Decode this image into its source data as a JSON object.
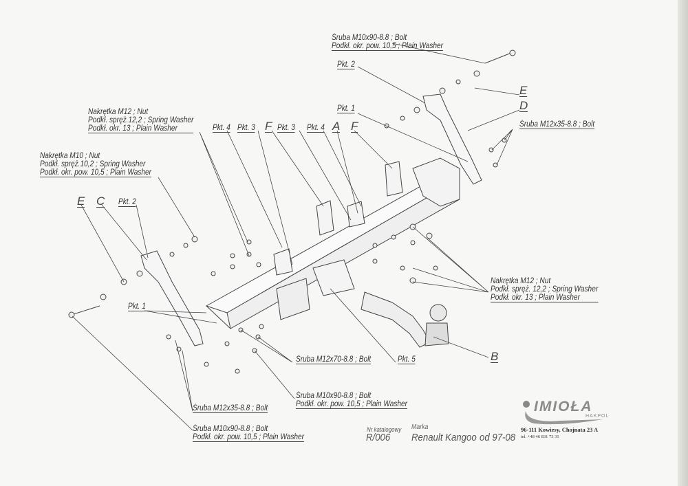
{
  "labels": {
    "top_bolt": "Śruba M10x90-8.8 ; Bolt",
    "top_washer": "Podkł. okr. pow. 10,5 ; Plain Washer",
    "pkt2_top": "Pkt. 2",
    "e_top": "E",
    "d_top": "D",
    "pkt1_top": "Pkt. 1",
    "bolt_m12x35_top": "Śruba M12x35-8.8 ; Bolt",
    "nut_m12_left": [
      "Nakrętka  M12 ; Nut",
      "Podkł. spręż.12,2 ; Spring Washer",
      "Podkł. okr. 13 ; Plain Washer"
    ],
    "row_labels": [
      "Pkt. 4",
      "Pkt. 3",
      "F",
      "Pkt. 3",
      "Pkt. 4",
      "A",
      "F"
    ],
    "nut_m10": [
      "Nakrętka  M10 ; Nut",
      "Podkł. spręż.10,2 ; Spring Washer",
      "Podkł. okr. pow. 10,5 ; Plain Washer"
    ],
    "e_left": "E",
    "c_left": "C",
    "pkt2_left": "Pkt. 2",
    "pkt1_left": "Pkt. 1",
    "nut_m12_right": [
      "Nakrętka  M12 ; Nut",
      "Podkł. spręż. 12,2 ; Spring Washer",
      "Podkł. okr. 13 ; Plain Washer"
    ],
    "bolt_m12x70": "Śruba M12x70-8.8 ;  Bolt",
    "pkt5": "Pkt. 5",
    "b": "B",
    "bolt_m10x90_mid": [
      "Śruba M10x90-8.8 ;  Bolt",
      "Podkł. okr. pow. 10,5 ; Plain Washer"
    ],
    "bolt_m12x35_bottom": "Śruba M12x35-8.8 ;  Bolt",
    "bolt_m10x90_bottom": [
      "Śruba M10x90-8.8 ;  Bolt",
      "Podkł. okr. pow. 10,5 ; Plain Washer"
    ]
  },
  "title_block": {
    "catalog_label": "Nr katalogowy",
    "catalog_value": "R/006",
    "make_label": "Marka",
    "make_value": "Renault Kangoo",
    "years": "od  97-08"
  },
  "company": {
    "logo": "IMIOŁA",
    "sub": "HAKPOL",
    "address": "96-111 Kowiesy, Chojnata 23 A",
    "phone": "tel. +48 46 831 73 31"
  }
}
